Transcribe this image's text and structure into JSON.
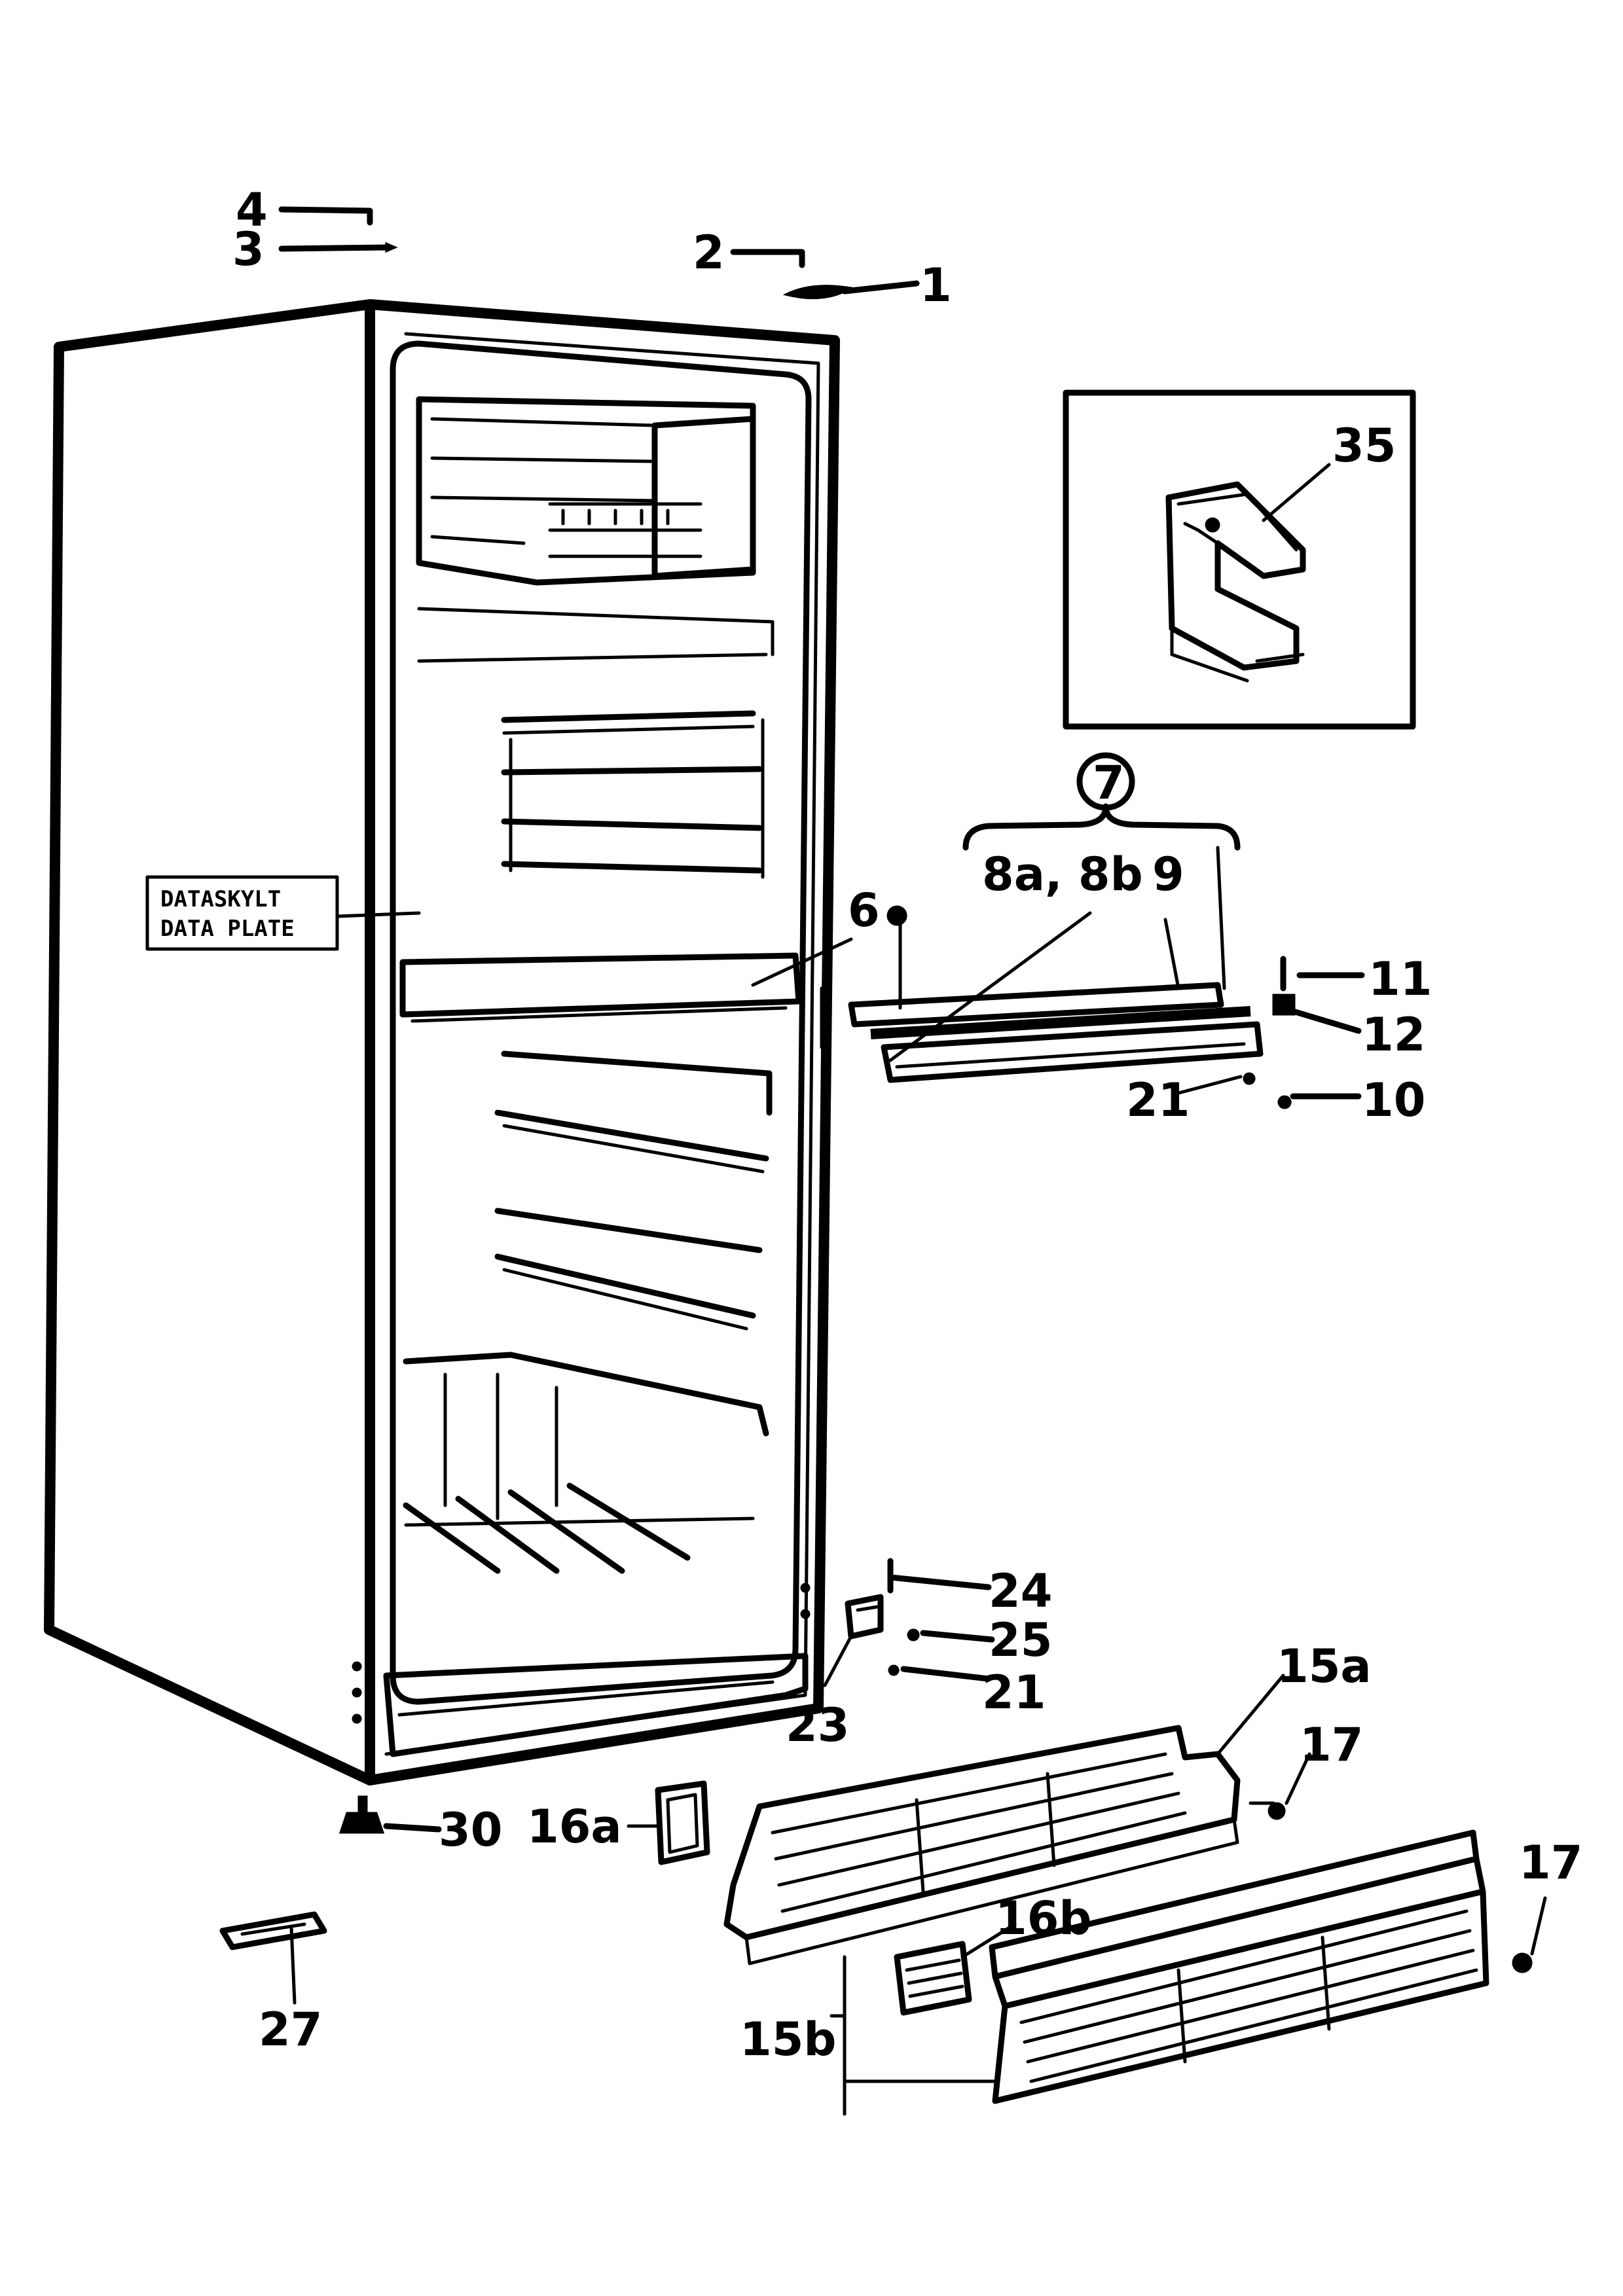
{
  "labels": {
    "p1": "1",
    "p2": "2",
    "p3": "3",
    "p4": "4",
    "p6": "6",
    "p7": "7",
    "p8": "8a, 8b",
    "p9": "9",
    "p10": "10",
    "p11": "11",
    "p12": "12",
    "p15a": "15a",
    "p15b": "15b",
    "p16a": "16a",
    "p16b": "16b",
    "p17a": "17",
    "p17b": "17",
    "p21a": "21",
    "p21b": "21",
    "p23": "23",
    "p24": "24",
    "p25": "25",
    "p27": "27",
    "p30": "30",
    "p35": "35"
  },
  "data_plate": {
    "line1": "DATASKYLT",
    "line2": "DATA PLATE"
  }
}
